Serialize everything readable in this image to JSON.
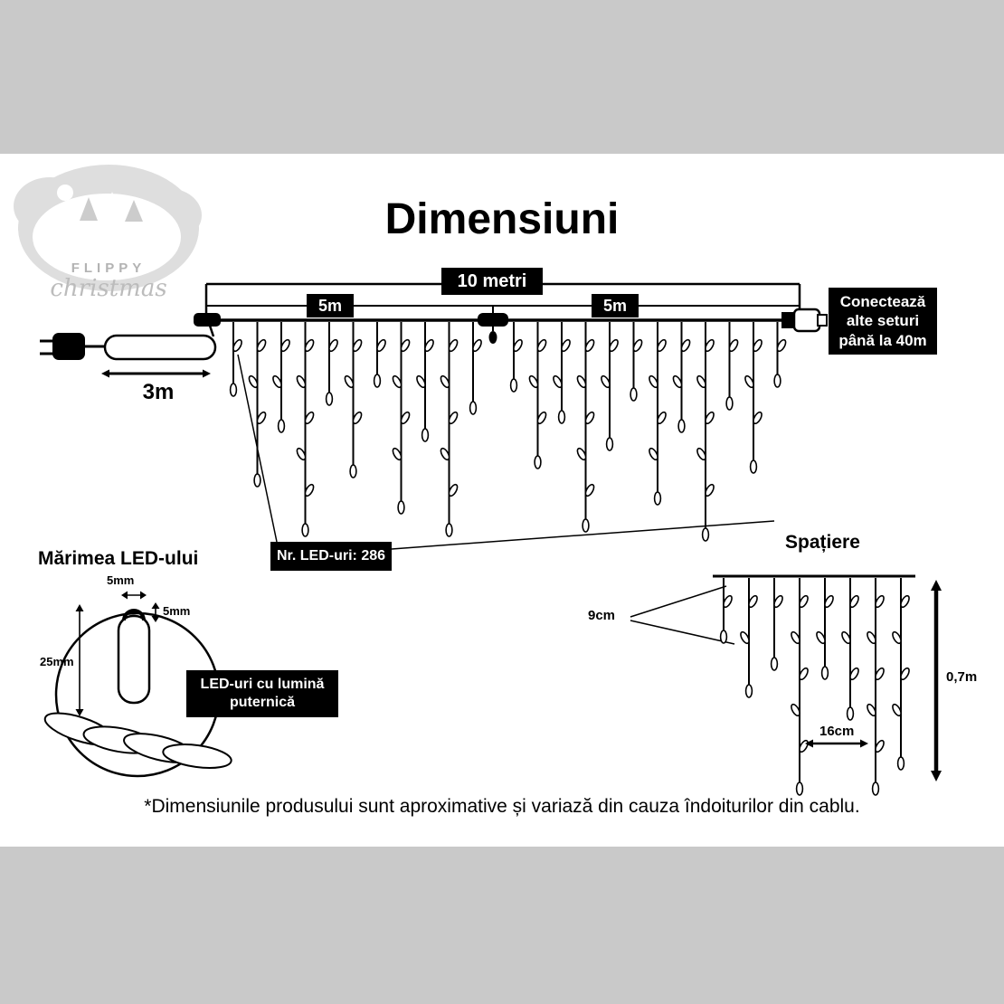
{
  "page": {
    "title": "Dimensiuni",
    "footnote": "*Dimensiunile produsului sunt aproximative și variază din cauza îndoiturilor din cablu."
  },
  "logo": {
    "line1": "FLIPPY",
    "line2": "christmas"
  },
  "curtain": {
    "total_label": "10 metri",
    "left_half_label": "5m",
    "right_half_label": "5m",
    "lead_label": "3m",
    "connect_label": "Conectează alte seturi până la 40m",
    "led_count_label": "Nr. LED-uri: 286"
  },
  "led_detail": {
    "title": "Mărimea LED-ului",
    "width_label": "5mm",
    "hook_label": "5mm",
    "height_label": "25mm",
    "info_label": "LED-uri cu lumină puternică"
  },
  "spacing": {
    "title": "Spațiere",
    "gap_label": "9cm",
    "step_label": "16cm",
    "drop_label": "0,7m"
  },
  "colors": {
    "background": "#c9c9c9",
    "panel": "#ffffff",
    "ink": "#000000",
    "box_bg": "#000000",
    "box_text": "#ffffff"
  }
}
